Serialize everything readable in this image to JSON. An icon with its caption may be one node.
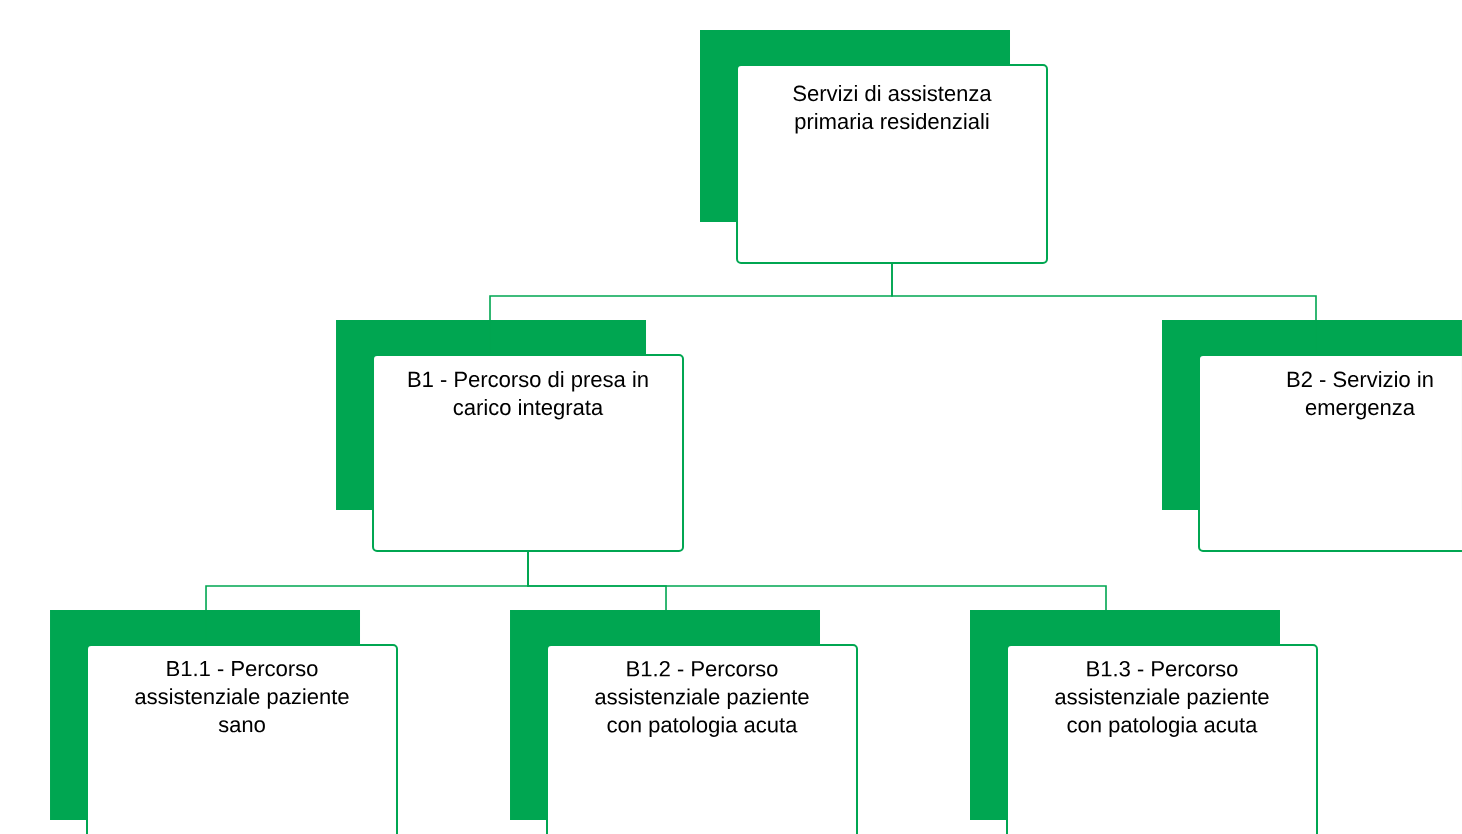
{
  "diagram": {
    "nodes": [
      {
        "text": [
          "Servizi di assistenza primaria residenziali"
        ]
      },
      {
        "text": [
          "B1 - Percorso di presa in carico integrata"
        ]
      },
      {
        "text": [
          "B2 - Servizio in emergenza"
        ]
      },
      {
        "text": [
          "B1.1 - Percorso assistenziale paziente sano"
        ]
      },
      {
        "text": [
          "B1.2 - Percorso assistenziale paziente con patologia acuta"
        ]
      },
      {
        "text": [
          "B1.3 - Percorso assistenziale paziente con patologia acuta"
        ]
      }
    ],
    "edges": [
      {
        "from": 0,
        "to": 1,
        "arrow": "none"
      },
      {
        "from": 0,
        "to": 2,
        "arrow": "none"
      },
      {
        "from": 1,
        "to": 3,
        "arrow": "none"
      },
      {
        "from": 1,
        "to": 4,
        "arrow": "none"
      },
      {
        "from": 1,
        "to": 5,
        "arrow": "none"
      }
    ]
  }
}
